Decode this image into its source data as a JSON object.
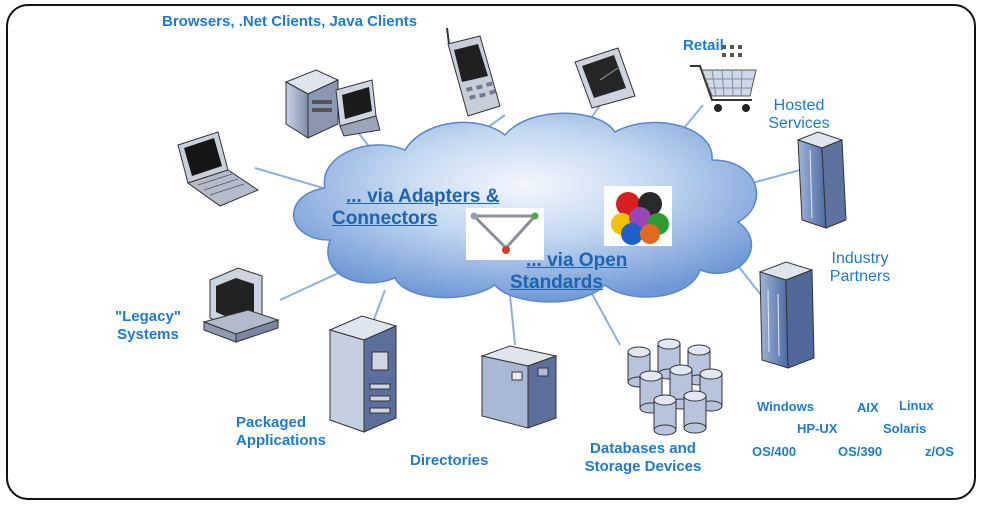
{
  "labels": {
    "clients": "Browsers, .Net Clients, Java Clients",
    "retail": "Retail",
    "hosted_line1": "Hosted",
    "hosted_line2": "Services",
    "industry_line1": "Industry",
    "industry_line2": "Partners",
    "legacy_line1": "\"Legacy\"",
    "legacy_line2": "Systems",
    "packaged_line1": "Packaged",
    "packaged_line2": "Applications",
    "directories": "Directories",
    "databases_line1": "Databases and",
    "databases_line2": "Storage Devices"
  },
  "cloud_links": {
    "adapters_line1": "... via  Adapters &",
    "adapters_line2": "Connectors",
    "standards_line1": "... via Open",
    "standards_line2": "Standards"
  },
  "platforms": [
    "Windows",
    "AIX",
    "Linux",
    "HP-UX",
    "Solaris",
    "OS/400",
    "OS/390",
    "z/OS"
  ],
  "colors": {
    "label_blue": "#1f7bc9",
    "link_blue": "#1e64b0",
    "cloud_fill": "#6f99d6",
    "cloud_highlight": "#dce8f8",
    "spoke_line": "#8fb0d8"
  },
  "icons": [
    "desktop-computers-icon",
    "laptop-icon",
    "cell-phone-icon",
    "pda-icon",
    "shopping-cart-icon",
    "tower-server-icon",
    "rack-server-icon",
    "legacy-terminal-icon",
    "packaged-server-icon",
    "directory-server-icon",
    "database-cylinders-icon",
    "adapter-connector-icon",
    "open-standards-balls-icon"
  ]
}
